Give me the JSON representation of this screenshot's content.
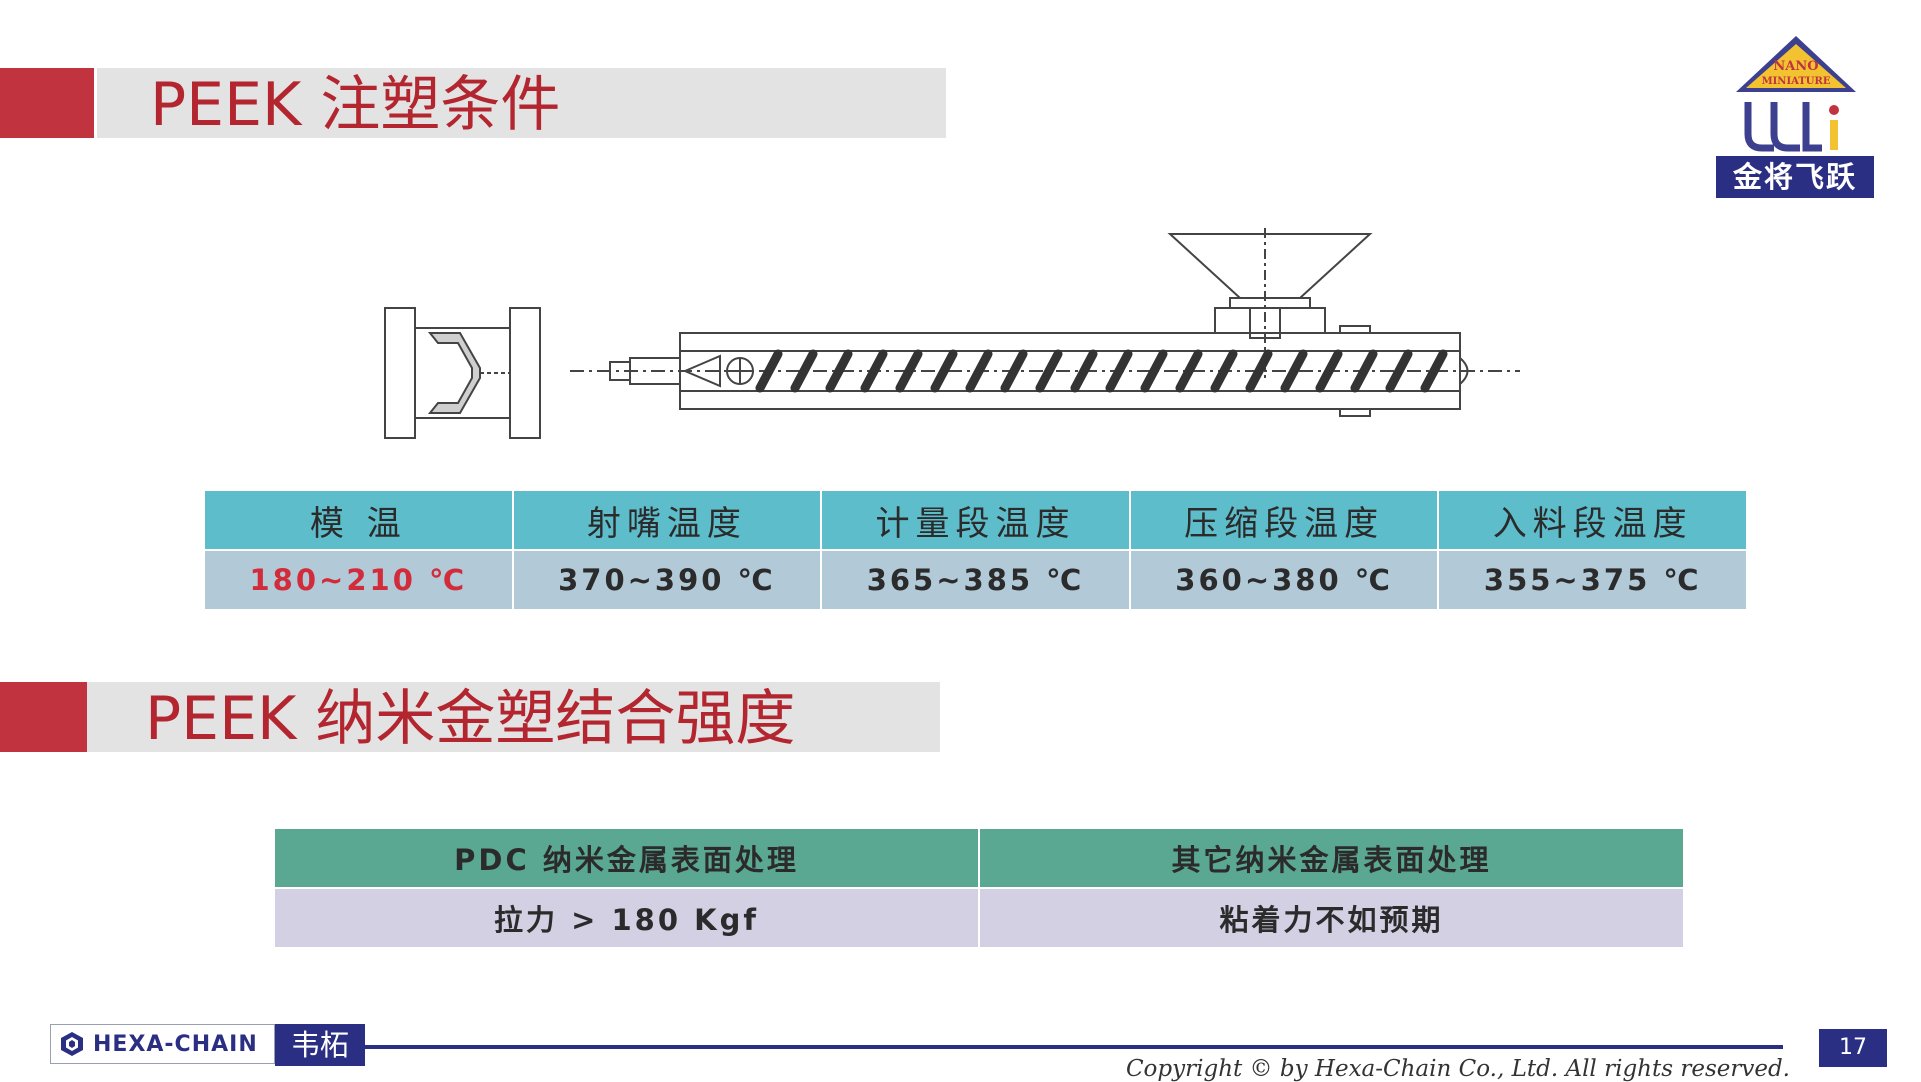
{
  "section1": {
    "title": "PEEK 注塑条件"
  },
  "section2": {
    "title": "PEEK 纳米金塑结合强度"
  },
  "logo": {
    "line1": "NANO",
    "line2": "MINIATURE",
    "caption": "金将飞跃"
  },
  "temperature_table": {
    "headers": [
      "模 温",
      "射嘴温度",
      "计量段温度",
      "压缩段温度",
      "入料段温度"
    ],
    "values": [
      "180~210 ℃",
      "370~390 ℃",
      "365~385 ℃",
      "360~380 ℃",
      "355~375 ℃"
    ]
  },
  "bonding_table": {
    "headers": [
      "PDC 纳米金属表面处理",
      "其它纳米金属表面处理"
    ],
    "values": [
      "拉力 > 180 Kgf",
      "粘着力不如预期"
    ]
  },
  "footer": {
    "brand_en": "HEXA-CHAIN",
    "brand_cn": "韦柘",
    "page_number": "17",
    "copyright": "Copyright © by Hexa-Chain Co., Ltd. All rights reserved."
  },
  "colors": {
    "accent_red": "#c1343f",
    "title_text": "#b3262f",
    "brand_navy": "#2b2f83",
    "temp_header": "#5dbdcb",
    "temp_row": "#b2c9d8",
    "bond_header": "#5aa792",
    "bond_row": "#d3d0e4",
    "highlight_value": "#d22b3a"
  }
}
